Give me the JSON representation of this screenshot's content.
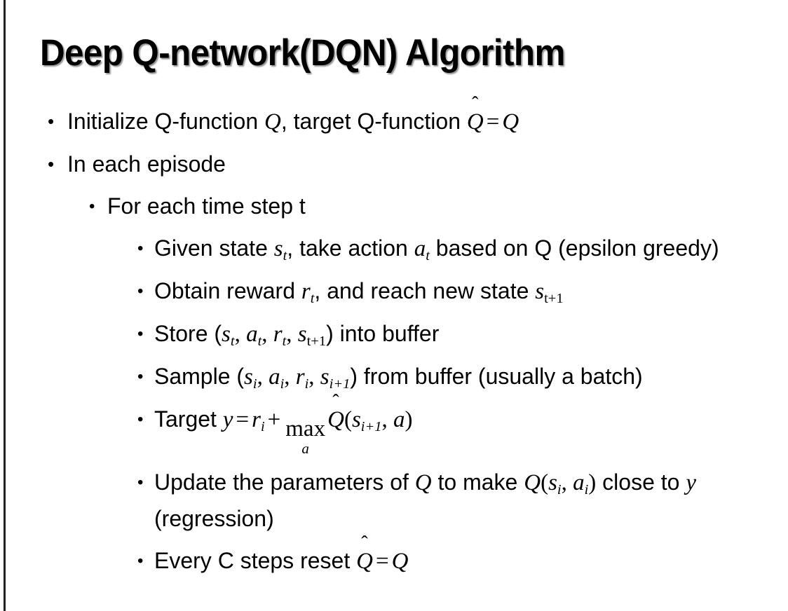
{
  "slide": {
    "title": "Deep Q-network(DQN) Algorithm",
    "background_color": "#ffffff",
    "text_color": "#000000",
    "edge_bar_color": "#231f20"
  },
  "bullets": {
    "marker": "•",
    "level1": [
      {
        "id": "initialize",
        "text_before_math": "Initialize Q-function ",
        "math_q": "Q",
        "text_middle": ", target Q-function ",
        "math_qhat": "Q",
        "math_hat": "̂",
        "math_equals": "=",
        "math_q2": "Q"
      },
      {
        "id": "in-each-episode",
        "text": "In each episode"
      }
    ],
    "level2": [
      {
        "id": "for-each-time-step",
        "text": "For each time step t"
      }
    ],
    "level3": [
      {
        "id": "given-state",
        "part1": "Given state ",
        "var_s": "s",
        "sub_t": "t",
        "part2": ", take action ",
        "var_a": "a",
        "sub_t2": "t",
        "part3": " based on Q (epsilon greedy)"
      },
      {
        "id": "obtain-reward",
        "part1": "Obtain reward ",
        "var_r": "r",
        "sub_t": "t",
        "part2": ", and reach new state ",
        "var_s": "s",
        "sub_t1": "t+1"
      },
      {
        "id": "store-transition",
        "part1": "Store (",
        "var_s": "s",
        "sub_t": "t",
        "sep1": ", ",
        "var_a": "a",
        "sub_t2": "t",
        "sep2": ", ",
        "var_r": "r",
        "sub_t3": "t",
        "sep3": ", ",
        "var_s2": "s",
        "sub_t4": "t+1",
        "part2": ") into buffer"
      },
      {
        "id": "sample-batch",
        "part1": "Sample (",
        "var_s": "s",
        "sub_i": "i",
        "sep1": ", ",
        "var_a": "a",
        "sub_i2": "i",
        "sep2": ", ",
        "var_r": "r",
        "sub_i3": "i",
        "sep3": ", ",
        "var_s2": "s",
        "sub_i4": "i+1",
        "part2": ") from buffer (usually a batch)"
      },
      {
        "id": "target-y",
        "part1": "Target ",
        "var_y": "y",
        "equals": "=",
        "var_r": "r",
        "sub_i": "i",
        "plus": "+",
        "max_word": "max",
        "max_limit": "a",
        "qhat": "Q",
        "hat": "̂",
        "paren_open": "(",
        "var_s": "s",
        "sub_i1": "i+1",
        "comma": ", ",
        "var_a": "a",
        "paren_close": ")"
      },
      {
        "id": "update-parameters",
        "part1": "Update the parameters of ",
        "var_q": "Q",
        "part2": " to make ",
        "var_q2": "Q",
        "paren_open": "(",
        "var_s": "s",
        "sub_i": "i",
        "comma": ", ",
        "var_a": "a",
        "sub_i2": "i",
        "paren_close": ")",
        "part3": " close to ",
        "var_y": "y",
        "part4": " (regression)"
      },
      {
        "id": "reset-target",
        "part1": "Every C steps reset ",
        "qhat": "Q",
        "hat": "̂",
        "equals": "=",
        "var_q": "Q"
      }
    ]
  }
}
